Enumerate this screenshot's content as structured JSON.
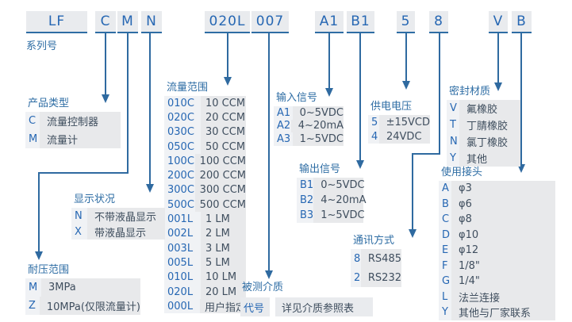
{
  "model": {
    "series_label": "系列号",
    "segments": [
      {
        "code": "LF"
      },
      {
        "code": "C"
      },
      {
        "code": "M"
      },
      {
        "code": "N"
      },
      {
        "code": "020L"
      },
      {
        "code": "007"
      },
      {
        "code": "A1"
      },
      {
        "code": "B1"
      },
      {
        "code": "5"
      },
      {
        "code": "8"
      },
      {
        "code": "V"
      },
      {
        "code": "B"
      }
    ]
  },
  "sections": {
    "product_type": {
      "title": "产品类型",
      "rows": [
        {
          "code": "C",
          "desc": "流量控制器"
        },
        {
          "code": "M",
          "desc": "流量计"
        }
      ]
    },
    "flow_range": {
      "title": "流量范围",
      "rows": [
        {
          "code": "010C",
          "desc": "10 CCM"
        },
        {
          "code": "020C",
          "desc": "20 CCM"
        },
        {
          "code": "030C",
          "desc": "30 CCM"
        },
        {
          "code": "050C",
          "desc": "50 CCM"
        },
        {
          "code": "100C",
          "desc": "100 CCM"
        },
        {
          "code": "200C",
          "desc": "200 CCM"
        },
        {
          "code": "300C",
          "desc": "300 CCM"
        },
        {
          "code": "500C",
          "desc": "500 CCM"
        },
        {
          "code": "001L",
          "desc": "1 LM"
        },
        {
          "code": "002L",
          "desc": "2 LM"
        },
        {
          "code": "003L",
          "desc": "3 LM"
        },
        {
          "code": "005L",
          "desc": "5 LM"
        },
        {
          "code": "010L",
          "desc": "10 LM"
        },
        {
          "code": "020L",
          "desc": "20 LM"
        },
        {
          "code": "000L",
          "desc": "用户指定"
        }
      ]
    },
    "display_status": {
      "title": "显示状况",
      "rows": [
        {
          "code": "N",
          "desc": "不带液晶显示"
        },
        {
          "code": "X",
          "desc": "带液晶显示"
        }
      ]
    },
    "pressure_range": {
      "title": "耐压范围",
      "rows": [
        {
          "code": "M",
          "desc": "3MPa"
        },
        {
          "code": "Z",
          "desc": "10MPa(仅限流量计)"
        }
      ]
    },
    "input_signal": {
      "title": "输入信号",
      "rows": [
        {
          "code": "A1",
          "desc": "0~5VDC"
        },
        {
          "code": "A2",
          "desc": "4~20mA"
        },
        {
          "code": "A3",
          "desc": "1~5VDC"
        }
      ]
    },
    "output_signal": {
      "title": "输出信号",
      "rows": [
        {
          "code": "B1",
          "desc": "0~5VDC"
        },
        {
          "code": "B2",
          "desc": "4~20mA"
        },
        {
          "code": "B3",
          "desc": "1~5VDC"
        }
      ]
    },
    "supply_voltage": {
      "title": "供电电压",
      "rows": [
        {
          "code": "5",
          "desc": "±15VCD"
        },
        {
          "code": "4",
          "desc": "24VDC"
        }
      ]
    },
    "communication": {
      "title": "通讯方式",
      "rows": [
        {
          "code": "8",
          "desc": "RS485"
        },
        {
          "code": "2",
          "desc": "RS232"
        }
      ]
    },
    "seal_material": {
      "title": "密封材质",
      "rows": [
        {
          "code": "V",
          "desc": "氟橡胶"
        },
        {
          "code": "T",
          "desc": "丁腈橡胶"
        },
        {
          "code": "N",
          "desc": "氯丁橡胶"
        },
        {
          "code": "Y",
          "desc": "其他"
        }
      ]
    },
    "connector": {
      "title": "使用接头",
      "rows": [
        {
          "code": "A",
          "desc": "φ3"
        },
        {
          "code": "B",
          "desc": "φ6"
        },
        {
          "code": "C",
          "desc": "φ8"
        },
        {
          "code": "D",
          "desc": "φ10"
        },
        {
          "code": "E",
          "desc": "φ12"
        },
        {
          "code": "F",
          "desc": "1/8\""
        },
        {
          "code": "G",
          "desc": "1/4\""
        },
        {
          "code": "L",
          "desc": "法兰连接"
        },
        {
          "code": "Y",
          "desc": "其他与厂家联系"
        }
      ]
    },
    "measured_medium": {
      "title": "被测介质",
      "rows": [
        {
          "code": "代号",
          "desc": "详见介质参照表"
        }
      ]
    }
  },
  "colors": {
    "title_blue": "#2e6da4",
    "code_blue": "#2667b3",
    "desc_dark": "#3f4e5e",
    "box_gray": "#e8e9eb",
    "code_bg": "#f0f2f5",
    "line_blue": "#2f6aa0"
  }
}
